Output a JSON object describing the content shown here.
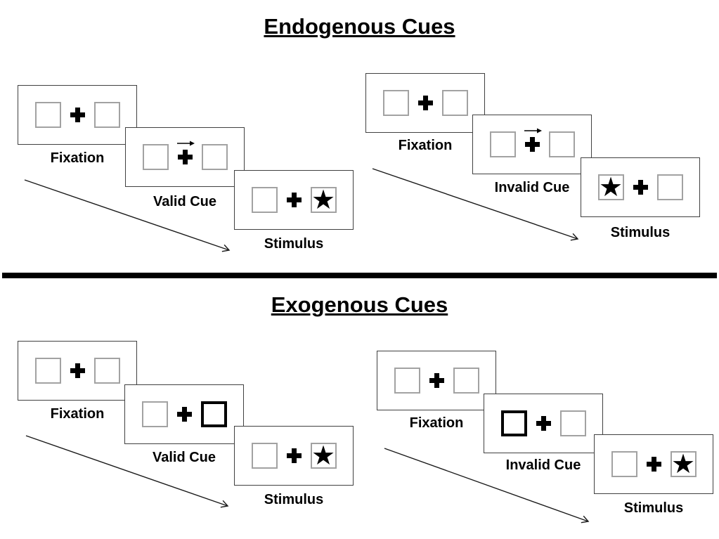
{
  "glyphs": {
    "star": "★"
  },
  "colors": {
    "ink": "#000000",
    "panel_border": "#404040",
    "box_border": "#a2a2a2",
    "bold_box_border": "#000000",
    "background": "#ffffff"
  },
  "sections": [
    {
      "title": "Endogenous Cues",
      "groups": [
        {
          "name": "endogenous-valid",
          "panels": [
            {
              "label": "Fixation",
              "left_box": "empty",
              "right_box": "empty",
              "center": "fixation-cross"
            },
            {
              "label": "Valid Cue",
              "left_box": "empty",
              "right_box": "empty",
              "center": "fixation-cross",
              "cue": "right-arrow-above-cross"
            },
            {
              "label": "Stimulus",
              "left_box": "empty",
              "right_box": "star",
              "center": "fixation-cross"
            }
          ]
        },
        {
          "name": "endogenous-invalid",
          "panels": [
            {
              "label": "Fixation",
              "left_box": "empty",
              "right_box": "empty",
              "center": "fixation-cross"
            },
            {
              "label": "Invalid Cue",
              "left_box": "empty",
              "right_box": "empty",
              "center": "fixation-cross",
              "cue": "right-arrow-above-cross"
            },
            {
              "label": "Stimulus",
              "left_box": "star",
              "right_box": "empty",
              "center": "fixation-cross"
            }
          ]
        }
      ]
    },
    {
      "title": "Exogenous Cues",
      "groups": [
        {
          "name": "exogenous-valid",
          "panels": [
            {
              "label": "Fixation",
              "left_box": "empty",
              "right_box": "empty",
              "center": "fixation-cross"
            },
            {
              "label": "Valid Cue",
              "left_box": "empty",
              "right_box": "bold-outline",
              "center": "fixation-cross",
              "cue": "right-box-highlighted"
            },
            {
              "label": "Stimulus",
              "left_box": "empty",
              "right_box": "star",
              "center": "fixation-cross"
            }
          ]
        },
        {
          "name": "exogenous-invalid",
          "panels": [
            {
              "label": "Fixation",
              "left_box": "empty",
              "right_box": "empty",
              "center": "fixation-cross"
            },
            {
              "label": "Invalid Cue",
              "left_box": "bold-outline",
              "right_box": "empty",
              "center": "fixation-cross",
              "cue": "left-box-highlighted"
            },
            {
              "label": "Stimulus",
              "left_box": "empty",
              "right_box": "star",
              "center": "fixation-cross"
            }
          ]
        }
      ]
    }
  ]
}
